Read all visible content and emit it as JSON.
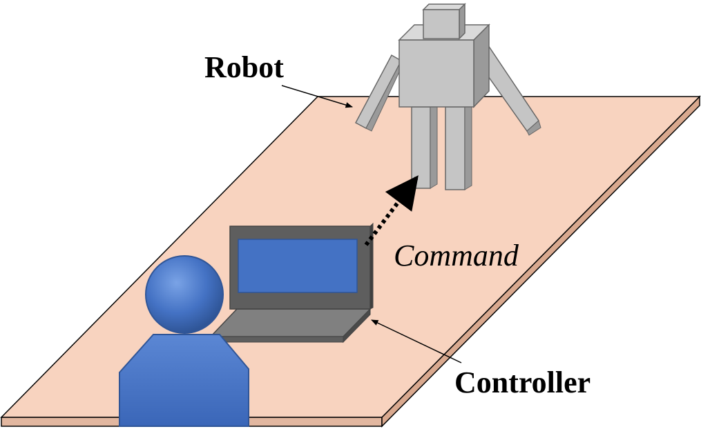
{
  "labels": {
    "robot": "Robot",
    "command": "Command",
    "controller": "Controller"
  },
  "colors": {
    "table_top": "#f8d3bf",
    "table_edge": "#e2b7a0",
    "robot_front": "#c5c5c5",
    "robot_side": "#9a9a9a",
    "robot_top": "#dadada",
    "laptop_body": "#5e5e5e",
    "laptop_screen": "#4472c4",
    "laptop_base": "#808080",
    "person": "#4472c4",
    "person_dark": "#2f5597"
  }
}
